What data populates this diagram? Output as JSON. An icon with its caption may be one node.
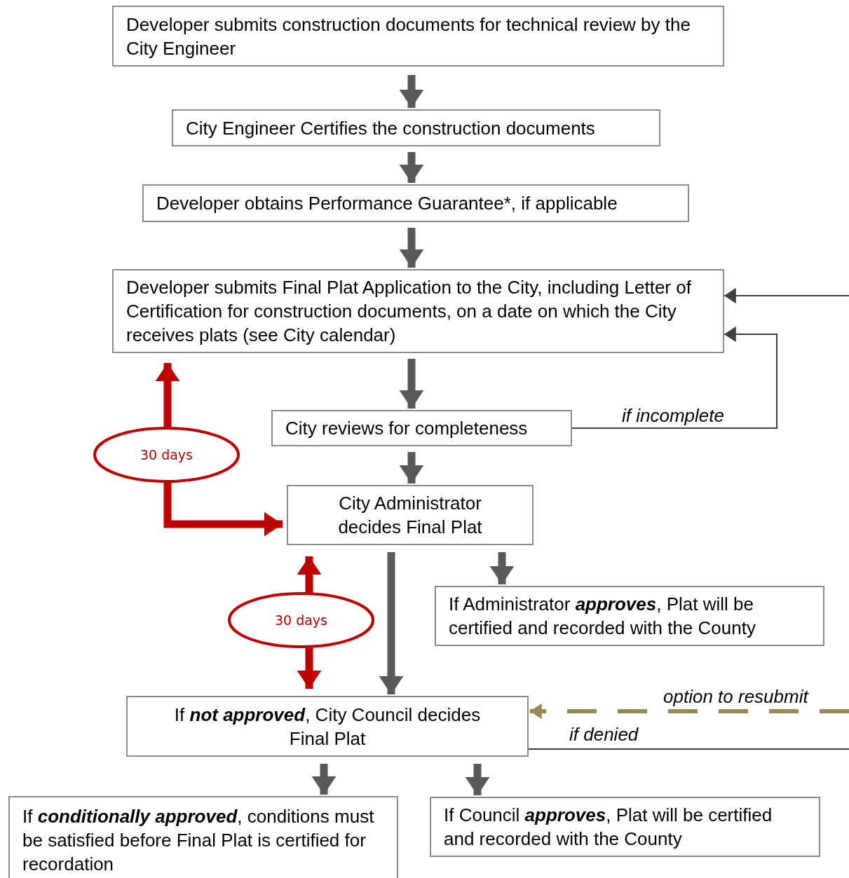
{
  "diagram": {
    "nodes": [
      {
        "text": [
          "Developer submits construction documents for technical review by the City Engineer"
        ]
      },
      {
        "text": [
          "City Engineer Certifies the construction documents"
        ]
      },
      {
        "text": [
          "Developer obtains Performance Guarantee*, if applicable"
        ]
      },
      {
        "text": [
          "Developer submits Final Plat Application to the City, including Letter of Certification for construction documents, on a date on which the City receives plats (see City calendar)"
        ]
      },
      {
        "text": [
          "City reviews for completeness"
        ]
      },
      {
        "text": [
          "City Administrator decides Final Plat"
        ]
      },
      {
        "text": [
          "If Administrator **approves**, Plat will be certified and recorded with the County"
        ]
      },
      {
        "text": [
          "If **not approved**, City Council decides Final Plat"
        ]
      },
      {
        "text": [
          "If **conditionally approved**, conditions must be satisfied before Final Plat is certified for recordation"
        ]
      },
      {
        "text": [
          "If Council **approves**, Plat will be certified and recorded with the County"
        ]
      },
      {
        "text": [
          "30 days"
        ]
      },
      {
        "text": [
          "30 days"
        ]
      }
    ],
    "edges": [
      {
        "from": 0,
        "to": 1,
        "arrow": "to"
      },
      {
        "from": 1,
        "to": 2,
        "arrow": "to"
      },
      {
        "from": 2,
        "to": 3,
        "arrow": "to"
      },
      {
        "from": 3,
        "to": 4,
        "arrow": "to"
      },
      {
        "from": 4,
        "to": 3,
        "arrow": "to",
        "label": "if incomplete"
      },
      {
        "from": 4,
        "to": 5,
        "arrow": "to"
      },
      {
        "from": 5,
        "to": 6,
        "arrow": "to"
      },
      {
        "from": 5,
        "to": 7,
        "arrow": "to"
      },
      {
        "from": 7,
        "to": 8,
        "arrow": "to"
      },
      {
        "from": 7,
        "to": 9,
        "arrow": "to"
      },
      {
        "from": null,
        "to": 3,
        "arrow": "to"
      },
      {
        "from": null,
        "to": 7,
        "arrow": "to",
        "label": "option to resubmit",
        "style": "dashed",
        "color": "#958a56"
      },
      {
        "from": 7,
        "to": null,
        "arrow": "none",
        "label": "if denied"
      },
      {
        "from": 10,
        "to": 3,
        "arrow": "to",
        "color": "#c00000"
      },
      {
        "from": 10,
        "to": 5,
        "arrow": "to",
        "color": "#c00000"
      },
      {
        "from": 11,
        "to": 5,
        "arrow": "to",
        "color": "#c00000"
      },
      {
        "from": 11,
        "to": 7,
        "arrow": "to",
        "color": "#c00000"
      }
    ]
  }
}
